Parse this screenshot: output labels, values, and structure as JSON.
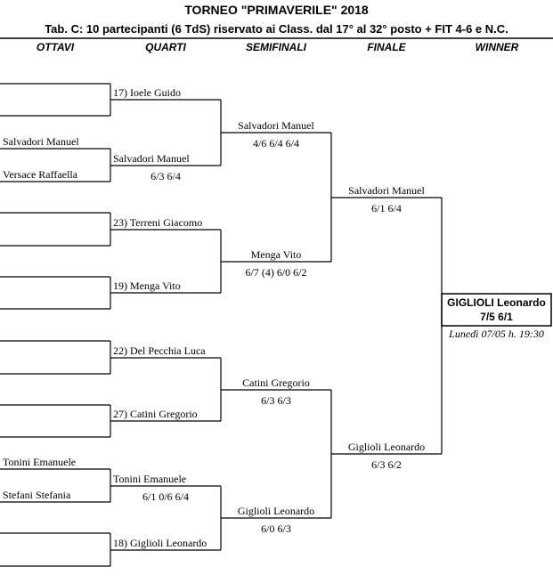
{
  "title": "TORNEO  \"PRIMAVERILE\"  2018",
  "subtitle": "Tab. C: 10 partecipanti (6 TdS) riservato ai Class. dal 17° al 32° posto + FIT 4-6 e N.C.",
  "rounds": [
    "OTTAVI",
    "QUARTI",
    "SEMIFINALI",
    "FINALE",
    "WINNER"
  ],
  "ottavi": [
    "",
    "",
    "Salvadori Manuel",
    "Versace Raffaella",
    "",
    "",
    "",
    "",
    "",
    "",
    "",
    "",
    "Tonini Emanuele",
    "Stefani Stefania",
    "",
    ""
  ],
  "quarti": [
    {
      "name": "17) Ioele Guido",
      "score": ""
    },
    {
      "name": "Salvadori Manuel",
      "score": "6/3  6/4"
    },
    {
      "name": "23) Terreni Giacomo",
      "score": ""
    },
    {
      "name": "19) Menga Vito",
      "score": ""
    },
    {
      "name": "22) Del Pecchia Luca",
      "score": ""
    },
    {
      "name": "27) Catini Gregorio",
      "score": ""
    },
    {
      "name": "Tonini Emanuele",
      "score": "6/1  0/6  6/4"
    },
    {
      "name": "18) Giglioli Leonardo",
      "score": ""
    }
  ],
  "semifinali": [
    {
      "name": "Salvadori Manuel",
      "score": "4/6  6/4  6/4"
    },
    {
      "name": "Menga Vito",
      "score": "6/7 (4)  6/0  6/2"
    },
    {
      "name": "Catini Gregorio",
      "score": "6/3  6/3"
    },
    {
      "name": "Giglioli Leonardo",
      "score": "6/0  6/3"
    }
  ],
  "finale": [
    {
      "name": "Salvadori Manuel",
      "score": "6/1  6/4"
    },
    {
      "name": "Giglioli Leonardo",
      "score": "6/3  6/2"
    }
  ],
  "winner": {
    "name": "GIGLIOLI  Leonardo",
    "score": "7/5  6/1",
    "date": "Lunedì 07/05 h. 19:30"
  }
}
